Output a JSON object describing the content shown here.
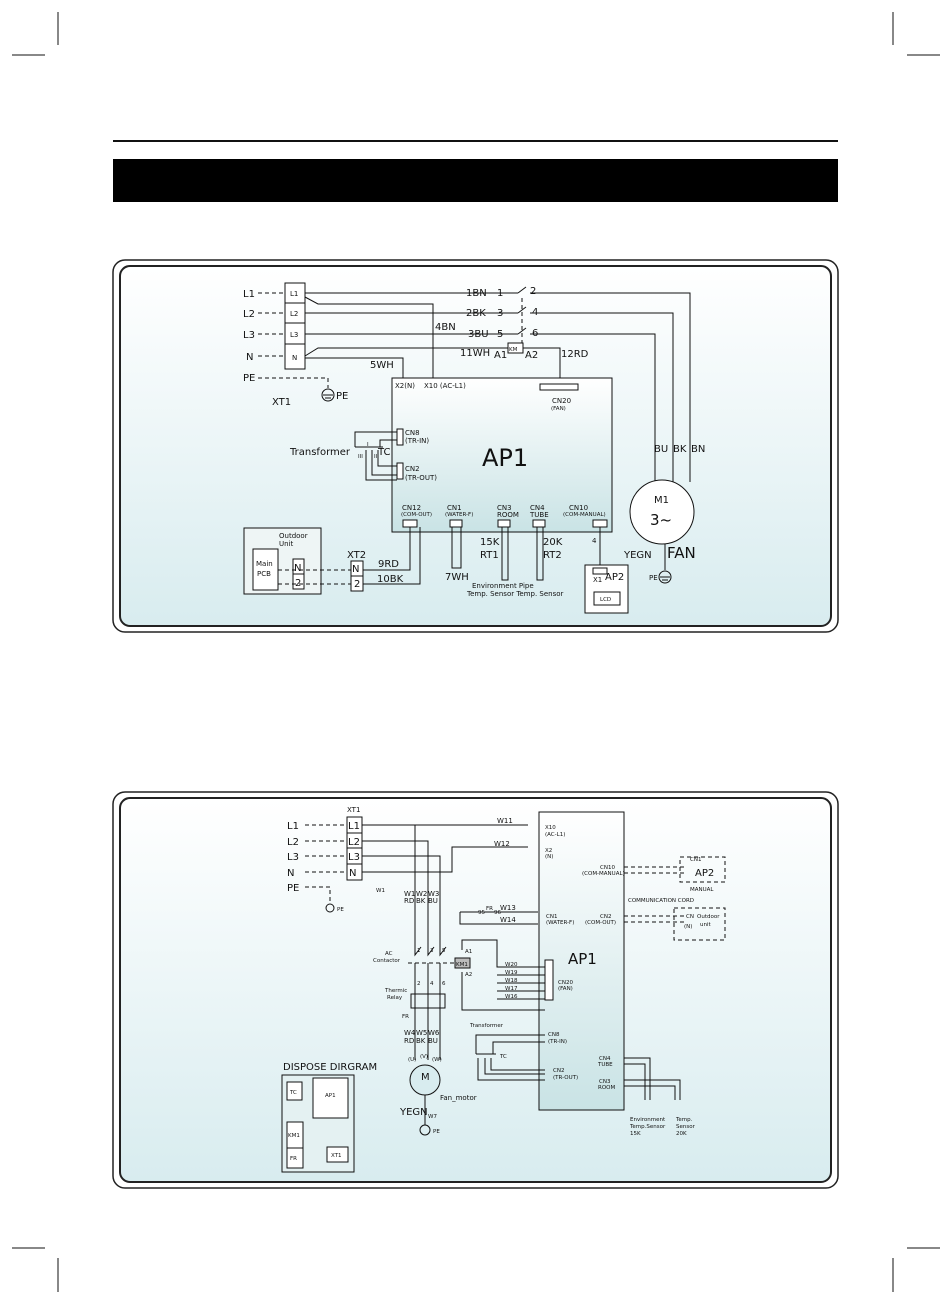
{
  "page": {
    "header_bar_text": ""
  },
  "colors": {
    "panel_top": "#ffffff",
    "panel_bottom": "#d8ecef",
    "header_bar": "#000000",
    "ap1_fill": "#c9e3e5"
  },
  "d1": {
    "L1": "L1",
    "L2": "L2",
    "L3": "L3",
    "N": "N",
    "PE": "PE",
    "XT1": "XT1",
    "PEg": "PE",
    "w1BN": "1BN",
    "w2BK": "2BK",
    "w3BU": "3BU",
    "w4BN": "4BN",
    "w5WH": "5WH",
    "w11WH": "11WH",
    "w12RD": "12RD",
    "n1": "1",
    "n2": "2",
    "n3": "3",
    "n4": "4",
    "n5": "5",
    "n6": "6",
    "KM": "KM",
    "A1": "A1",
    "A2": "A2",
    "X2": "X2(N)",
    "X10": "X10 (AC-L1)",
    "CN20": "CN20",
    "CN20s": "(FAN)",
    "AP1": "AP1",
    "CN8": "CN8",
    "CN8s": "(TR-IN)",
    "CN2": "CN2",
    "CN2s": "(TR-OUT)",
    "Transformer": "Transformer",
    "TC": "TC",
    "tI": "I",
    "tII": "II",
    "tIII": "III",
    "CN12": "CN12",
    "CN12s": "(COM-OUT)",
    "CN1": "CN1",
    "CN1s": "(WATER-F)",
    "CN3": "CN3",
    "CN3s": "ROOM",
    "CN4": "CN4",
    "CN4s": "TUBE",
    "CN10": "CN10",
    "CN10s": "(COM-MANUAL)",
    "M1": "M1",
    "M3": "3~",
    "BU": "BU",
    "BK": "BK",
    "BN": "BN",
    "YEGN": "YEGN",
    "FAN": "FAN",
    "PE2": "PE",
    "Outdoor": "Outdoor",
    "Unit": "Unit",
    "Main": "Main",
    "PCB": "PCB",
    "oN": "N",
    "o2": "2",
    "XT2": "XT2",
    "xN": "N",
    "x2": "2",
    "w9RD": "9RD",
    "w10BK": "10BK",
    "w7WH": "7WH",
    "k15": "15K",
    "RT1": "RT1",
    "k20": "20K",
    "RT2": "RT2",
    "env1": "Environment Pipe",
    "env2": "Temp. Sensor Temp. Sensor",
    "four": "4",
    "X1": "X1",
    "AP2": "AP2",
    "LCD": "LCD"
  },
  "d2": {
    "XT1": "XT1",
    "L1": "L1",
    "L2": "L2",
    "L3": "L3",
    "N": "N",
    "PE": "PE",
    "PEg": "PE",
    "W11": "W11",
    "W12": "W12",
    "X10": "X10",
    "X10s": "(AC-L1)",
    "X2": "X2",
    "X2s": "(N)",
    "W1": "W1",
    "W2": "W2",
    "W3": "W3",
    "RD": "RD",
    "BK": "BK",
    "BU": "BU",
    "FR95": "95",
    "FR": "FR",
    "FR96": "96",
    "W13": "W13",
    "W14": "W14",
    "CN1": "CN1",
    "CN1s": "(WATER-F)",
    "AC": "AC",
    "Contactor": "Contactor",
    "KM1": "KM1",
    "A1": "A1",
    "A2": "A2",
    "W20": "W20",
    "W19": "W19",
    "W18": "W18",
    "W17": "W17",
    "W16": "W16",
    "CN20": "CN20",
    "CN20s": "(FAN)",
    "AP1": "AP1",
    "Thermic": "Thermic",
    "Relay": "Relay",
    "FRl": "FR",
    "c1": "1",
    "c2": "2",
    "c3": "3",
    "c4": "4",
    "c5": "5",
    "c6": "6",
    "W4": "W4",
    "W5": "W5",
    "W6": "W6",
    "RD2": "RD",
    "BK2": "BK",
    "BU2": "BU",
    "U": "(U)",
    "V": "(V)",
    "Wp": "(W)",
    "M": "M",
    "Fan": "Fan_motor",
    "YEGN": "YEGN",
    "W7": "W7",
    "PE2": "PE",
    "Transformer": "Transformer",
    "TC": "TC",
    "CN8": "CN8",
    "CN8s": "(TR-IN)",
    "CN2": "CN2",
    "CN2s": "(TR-OUT)",
    "CN4": "CN4",
    "CN4s": "TUBE",
    "CN3": "CN3",
    "CN3s": "ROOM",
    "env1": "Environment",
    "env2": "Temp.Sensor",
    "env3": "15K",
    "ts1": "Temp.",
    "ts2": "Sensor",
    "ts3": "20K",
    "CN10": "CN10",
    "CN10s": "(COM-MANUAL)",
    "AP2cn": "CN1",
    "AP2": "AP2",
    "MANUAL": "MANUAL",
    "COMM": "COMMUNICATION CORD",
    "CN2b": "CN2",
    "CN2bs": "(COM-OUT)",
    "ODU1": "Outdoor",
    "ODU2": "unit",
    "ODUcn": "CN",
    "ODUs": "(N)",
    "DISPOSE": "DISPOSE DIRGRAM",
    "dTC": "TC",
    "dAP1": "AP1",
    "dKM1": "KM1",
    "dFR": "FR",
    "dXT1": "XT1"
  }
}
